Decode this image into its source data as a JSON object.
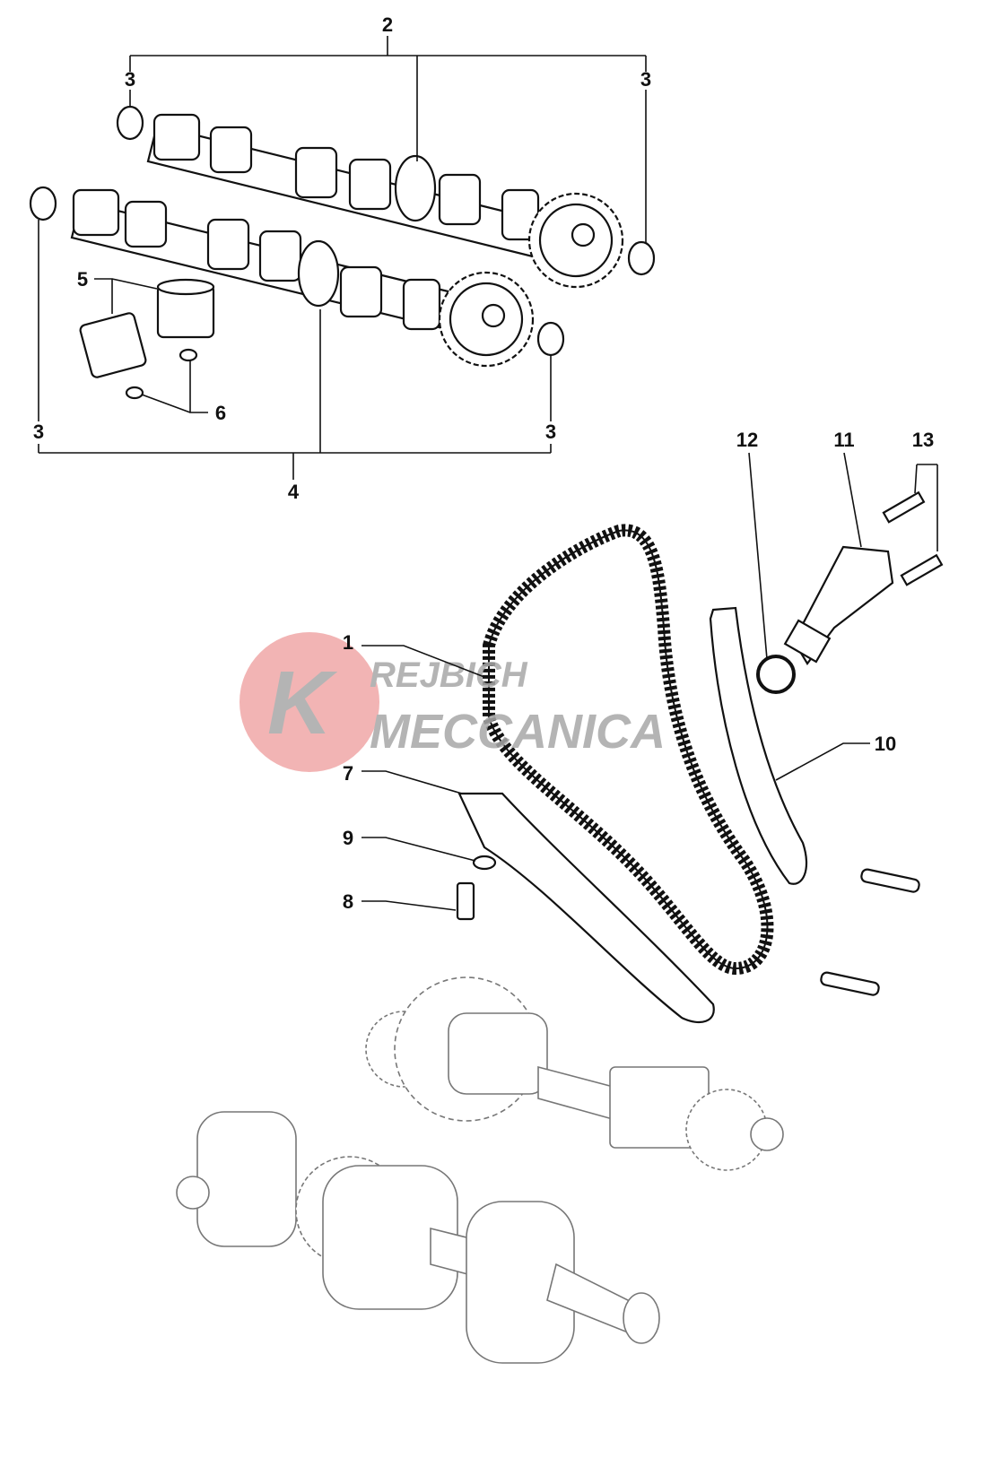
{
  "diagram": {
    "callouts": {
      "c1": "1",
      "c2": "2",
      "c3a": "3",
      "c3b": "3",
      "c3c": "3",
      "c3d": "3",
      "c4": "4",
      "c5": "5",
      "c6": "6",
      "c7": "7",
      "c8": "8",
      "c9": "9",
      "c10": "10",
      "c11": "11",
      "c12": "12",
      "c13": "13"
    },
    "watermark": {
      "line1": "REJBICH",
      "line2": "MECCANICA",
      "mark": "K",
      "circle_color": "#f0a8a8",
      "text_color": "#a8a8a8"
    }
  }
}
